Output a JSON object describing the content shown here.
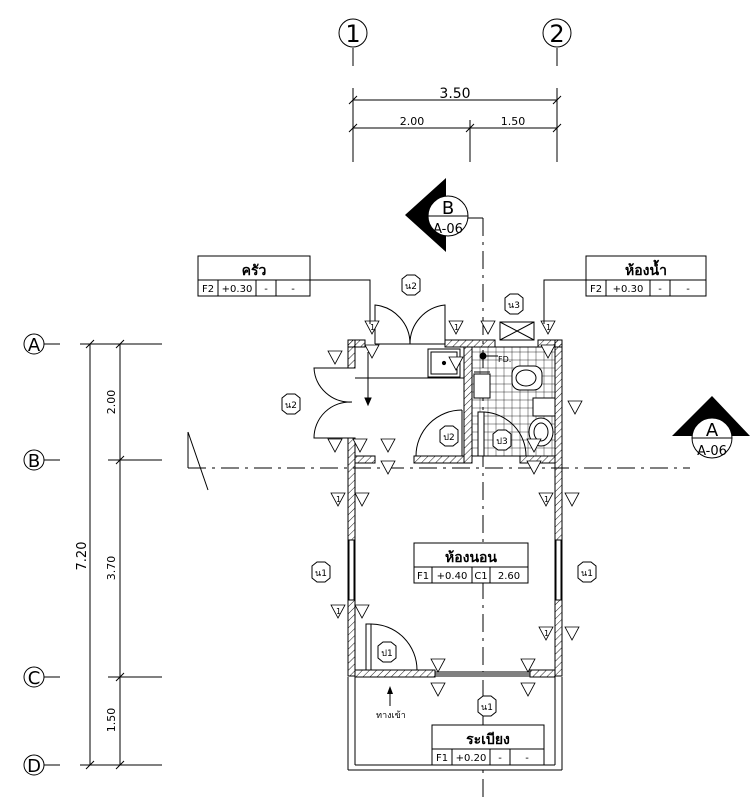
{
  "grid": {
    "col_1": "1",
    "col_2": "2",
    "row_a": "A",
    "row_b": "B",
    "row_c": "C",
    "row_d": "D"
  },
  "dims": {
    "total_width": "3.50",
    "seg_1": "2.00",
    "seg_2": "1.50",
    "total_depth": "7.20",
    "depth_1": "2.00",
    "depth_2": "3.70",
    "depth_3": "1.50"
  },
  "section_marks": {
    "b_letter": "B",
    "b_sheet": "A-06",
    "a_letter": "A",
    "a_sheet": "A-06"
  },
  "rooms": {
    "kitchen": {
      "name": "ครัว",
      "floor": "F2",
      "level": "+0.30",
      "c1": "-",
      "c2": "-"
    },
    "bathroom": {
      "name": "ห้องน้ำ",
      "floor": "F2",
      "level": "+0.30",
      "c1": "-",
      "c2": "-"
    },
    "bedroom": {
      "name": "ห้องนอน",
      "floor": "F1",
      "level": "+0.40",
      "c1": "C1",
      "c2": "2.60"
    },
    "porch": {
      "name": "ระเบียง",
      "floor": "F1",
      "level": "+0.20",
      "c1": "-",
      "c2": "-"
    }
  },
  "tags": {
    "window_n2_top": "น2",
    "window_n2_left": "น2",
    "window_n3": "น3",
    "window_n1_left": "น1",
    "window_n1_right": "น1",
    "window_n1_bottom": "น1",
    "door_p2": "ป2",
    "door_p3": "ป3",
    "door_p1": "ป1"
  },
  "labels": {
    "floor_drain": "FD.",
    "entrance": "ทางเข้า",
    "marker": "1"
  }
}
